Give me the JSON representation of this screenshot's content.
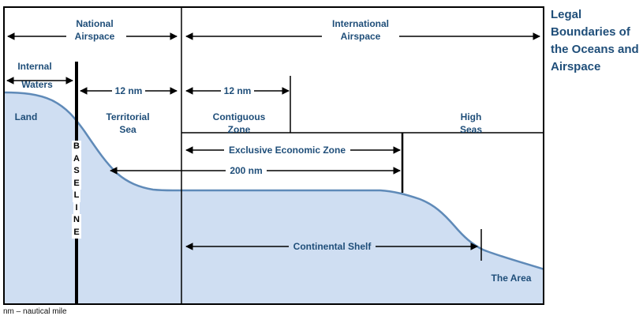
{
  "title": {
    "lines": [
      "Legal",
      "Boundaries of",
      "the Oceans and",
      "Airspace"
    ]
  },
  "labels": {
    "national_airspace": "National\nAirspace",
    "international_airspace": "International\nAirspace",
    "internal": "Internal",
    "waters": "Waters",
    "twelve_nm_territorial": "12 nm",
    "twelve_nm_contiguous": "12 nm",
    "land": "Land",
    "territorial_sea": "Territorial\nSea",
    "contiguous_zone": "Contiguous\nZone",
    "high_seas": "High\nSeas",
    "eez": "Exclusive Economic Zone",
    "two_hundred_nm": "200 nm",
    "continental_shelf": "Continental Shelf",
    "the_area": "The Area",
    "baseline_letters": [
      "B",
      "A",
      "S",
      "E",
      "L",
      "I",
      "N",
      "E"
    ]
  },
  "footnote": "nm – nautical mile",
  "colors": {
    "label_text": "#1f4e79",
    "terrain_fill": "#cfdef2",
    "terrain_stroke": "#5f8ab8",
    "line": "#000000"
  }
}
